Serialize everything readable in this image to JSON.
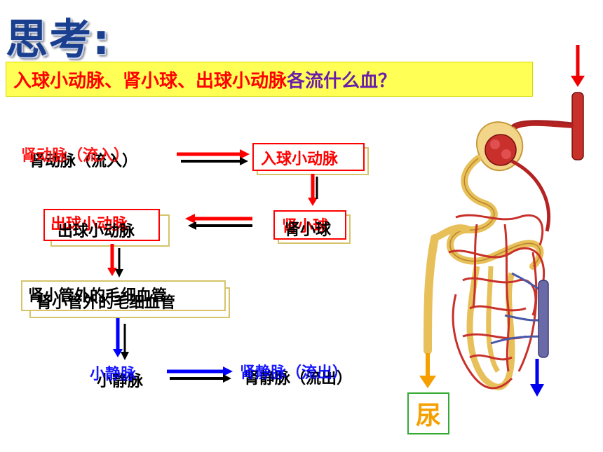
{
  "title": "思考:",
  "question": {
    "red_part": "入球小动脉、肾小球、出球小动脉",
    "purple_part": "各流什么血？"
  },
  "flow": {
    "renal_artery_black": "肾动脉（流入）",
    "renal_artery_red": "肾动脉（流入）",
    "afferent_arteriole": "入球小动脉",
    "glomerulus": "肾小球",
    "efferent_arteriole_red": "出球小动脉",
    "efferent_arteriole_black": "出球小动脉",
    "capillary_red": "肾小管外的毛细血管",
    "capillary_black": "肾小管外的毛细血管",
    "venule_red": "小静脉",
    "venule_black": "小静脉",
    "renal_vein_red": "肾静脉（流出）",
    "renal_vein_black": "肾静脉（流出）"
  },
  "urine_label": "尿",
  "colors": {
    "red": "#ff0000",
    "blue": "#0000ff",
    "purple": "#6a1ea8",
    "yellow_bar": "#ffff55",
    "orange_arrow": "#f5a000"
  }
}
